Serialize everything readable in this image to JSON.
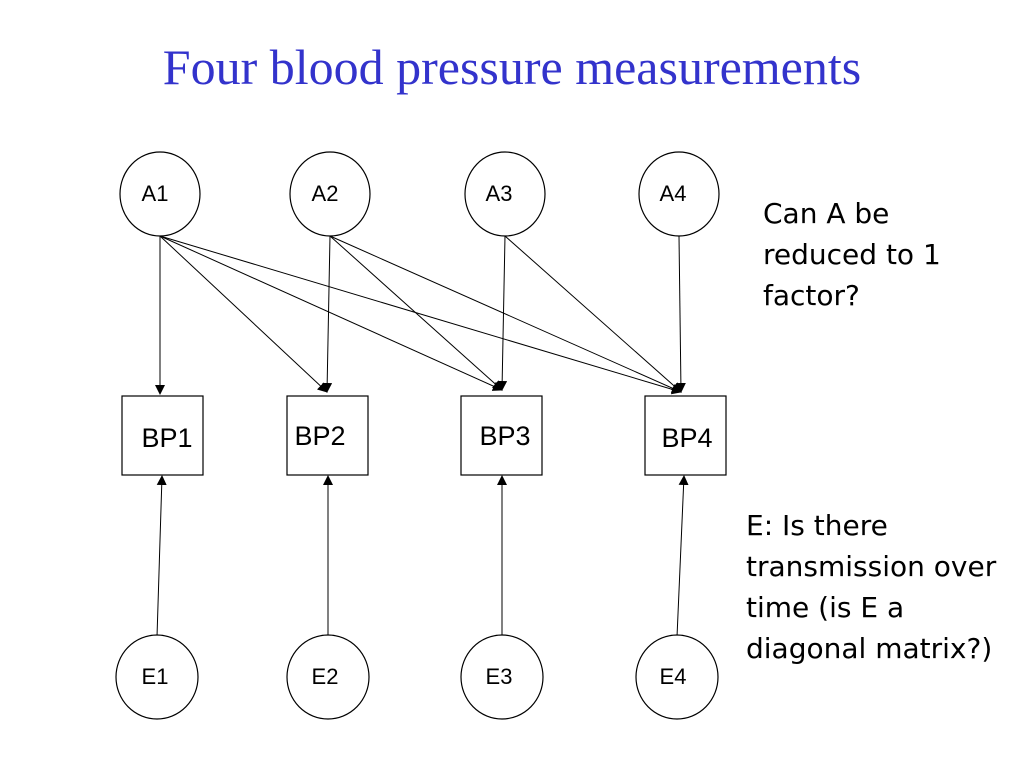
{
  "title": "Four blood pressure measurements",
  "nodes": {
    "a": [
      "A1",
      "A2",
      "A3",
      "A4"
    ],
    "bp": [
      "BP1",
      "BP2",
      "BP3",
      "BP4"
    ],
    "e": [
      "E1",
      "E2",
      "E3",
      "E4"
    ]
  },
  "notes": {
    "a_question": [
      "Can A be",
      "reduced to 1",
      "factor?"
    ],
    "e_question": [
      "E: Is there",
      "transmission over",
      "time (is E a",
      "diagonal matrix?)"
    ]
  }
}
